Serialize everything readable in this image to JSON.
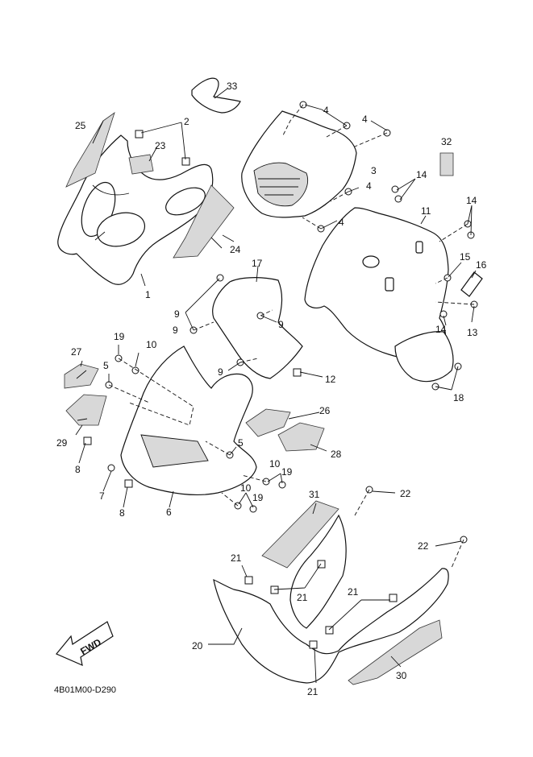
{
  "diagram": {
    "reference_code": "4B01M00-D290",
    "direction_label": "FWD",
    "callouts": [
      "1",
      "2",
      "3",
      "4",
      "4",
      "4",
      "4",
      "5",
      "5",
      "6",
      "7",
      "8",
      "8",
      "9",
      "9",
      "9",
      "9",
      "10",
      "10",
      "10",
      "11",
      "12",
      "13",
      "14",
      "14",
      "14",
      "15",
      "16",
      "17",
      "18",
      "19",
      "19",
      "19",
      "20",
      "21",
      "21",
      "21",
      "21",
      "22",
      "22",
      "23",
      "24",
      "25",
      "26",
      "27",
      "28",
      "29",
      "30",
      "31",
      "32",
      "33"
    ]
  }
}
